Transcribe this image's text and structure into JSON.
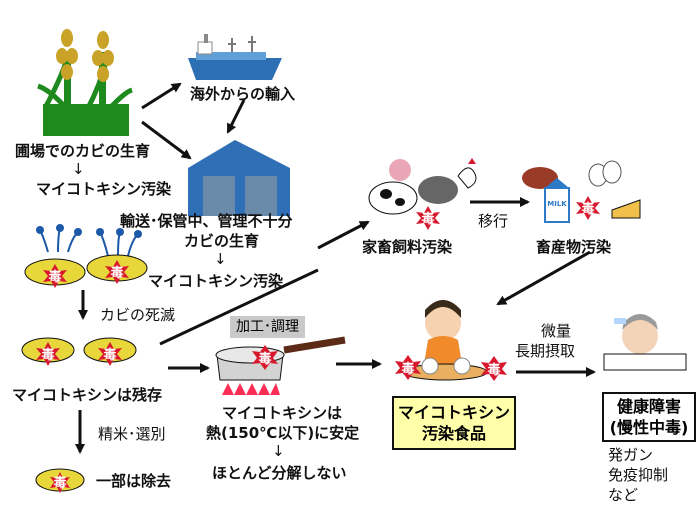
{
  "colors": {
    "background": "#ffffff",
    "toxin_red": "#d8182c",
    "toxin_text": "#ffffff",
    "grain_yellow": "#e8d73a",
    "food_box": "#ffffaa",
    "tag_gray": "#c9c9c9",
    "flame": "#ff2d55",
    "pot": "#d3d3d3"
  },
  "toxin_char": "毒",
  "field": {
    "line1": "圃場でのカビの生育",
    "arrow": "↓",
    "line2": "マイコトキシン汚染"
  },
  "import": {
    "label": "海外からの輸入"
  },
  "storage": {
    "line1": "輸送･保管中、管理不十分",
    "line2": "カビの生育",
    "arrow": "↓",
    "line3": "マイコトキシン汚染"
  },
  "mold_death": "カビの死滅",
  "residue": "マイコトキシンは残存",
  "milling": "精米･選別",
  "partial_removal": "一部は除去",
  "processing": {
    "tag": "加工･調理",
    "line1": "マイコトキシンは",
    "line2": "熱(150℃以下)に安定",
    "arrow": "↓",
    "line3": "ほとんど分解しない"
  },
  "feed": "家畜飼料汚染",
  "transfer": "移行",
  "livestock_products": "畜産物汚染",
  "milk_carton": "MILK",
  "food": {
    "line1": "マイコトキシン",
    "line2": "汚染食品"
  },
  "intake": {
    "line1": "微量",
    "line2": "長期摂取"
  },
  "health": {
    "line1": "健康障害",
    "line2": "(慢性中毒)"
  },
  "effects": {
    "line1": "発ガン",
    "line2": "免疫抑制",
    "line3": "など"
  }
}
